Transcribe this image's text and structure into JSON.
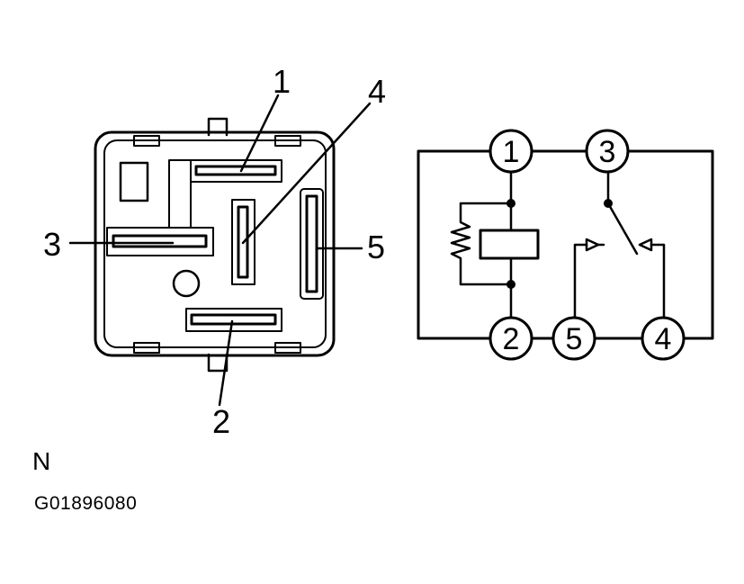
{
  "connector_view": {
    "pin_labels": {
      "pin1": "1",
      "pin2": "2",
      "pin3": "3",
      "pin4": "4",
      "pin5": "5"
    }
  },
  "schematic": {
    "terminal_labels": {
      "t1": "1",
      "t2": "2",
      "t3": "3",
      "t4": "4",
      "t5": "5"
    }
  },
  "caption": {
    "view_letter": "N",
    "figure_code": "G01896080"
  },
  "colors": {
    "ink": "#000000",
    "background": "#ffffff"
  }
}
